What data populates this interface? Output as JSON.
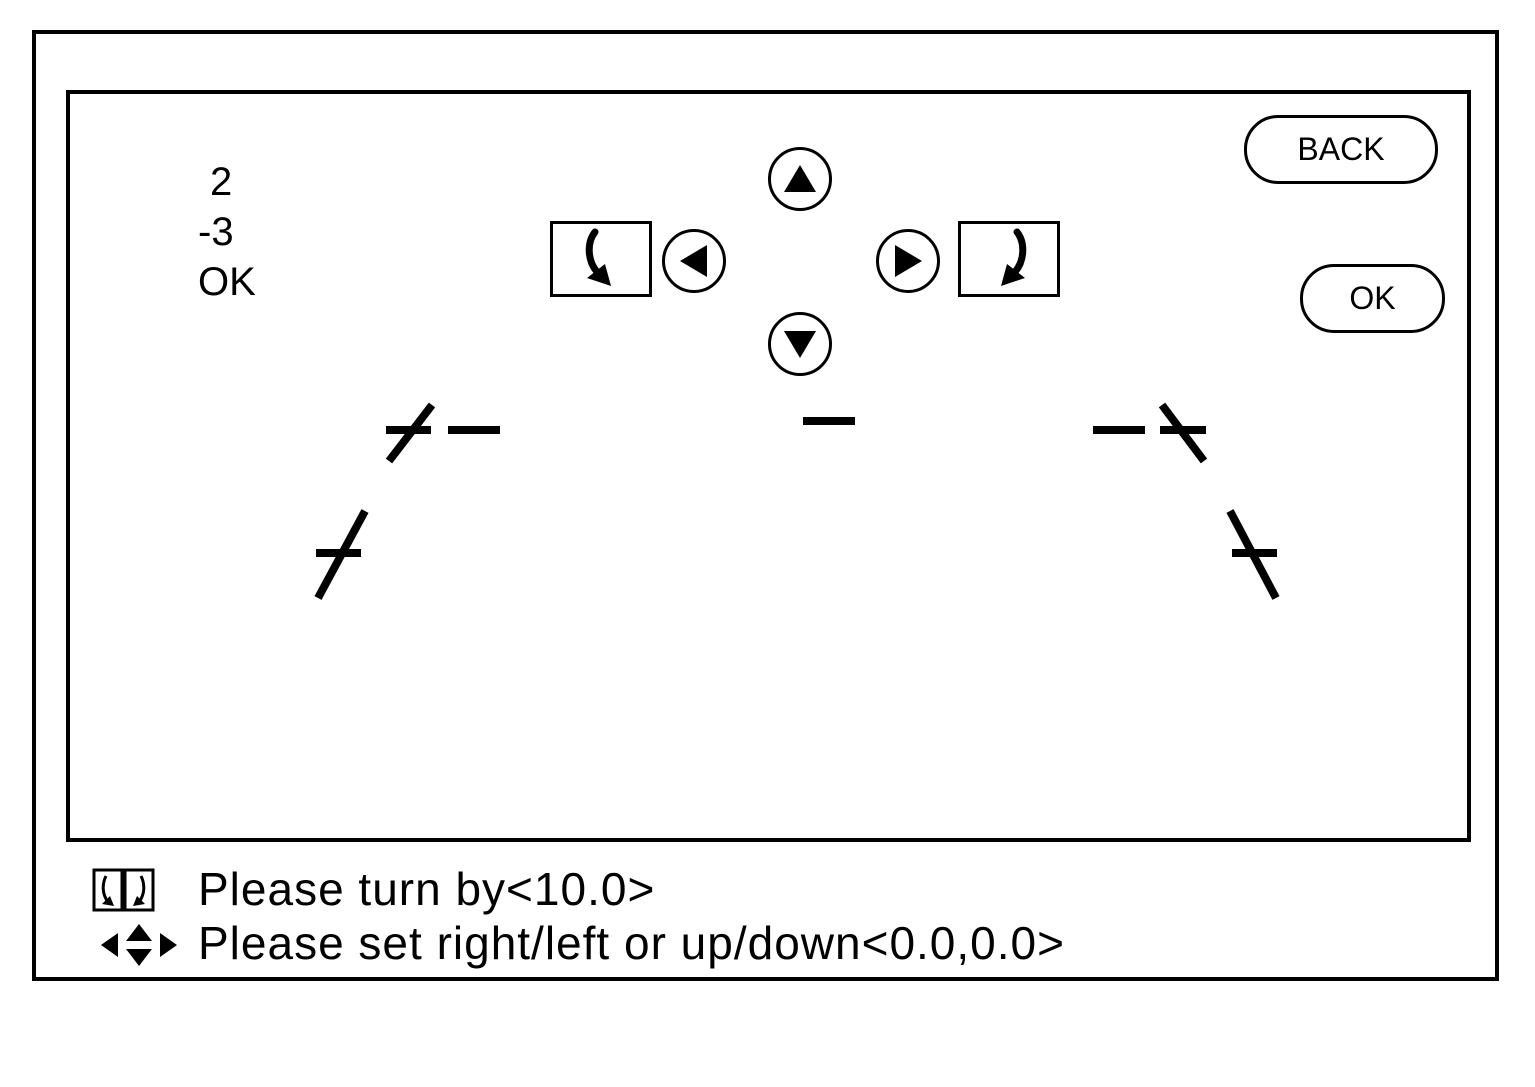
{
  "readout": {
    "line1": "2",
    "line2": "-3",
    "line3": "OK"
  },
  "buttons": {
    "back_label": "BACK",
    "ok_label": "OK"
  },
  "controls": {
    "up_icon": "up-triangle-icon",
    "down_icon": "down-triangle-icon",
    "left_icon": "left-triangle-icon",
    "right_icon": "right-triangle-icon",
    "rotate_ccw_icon": "rotate-counterclockwise-icon",
    "rotate_cw_icon": "rotate-clockwise-icon"
  },
  "messages": {
    "turn_text": "Please turn by<10.0>",
    "set_text": "Please set right/left or up/down<0.0,0.0>"
  },
  "colors": {
    "line": "#000000",
    "background": "#ffffff"
  }
}
